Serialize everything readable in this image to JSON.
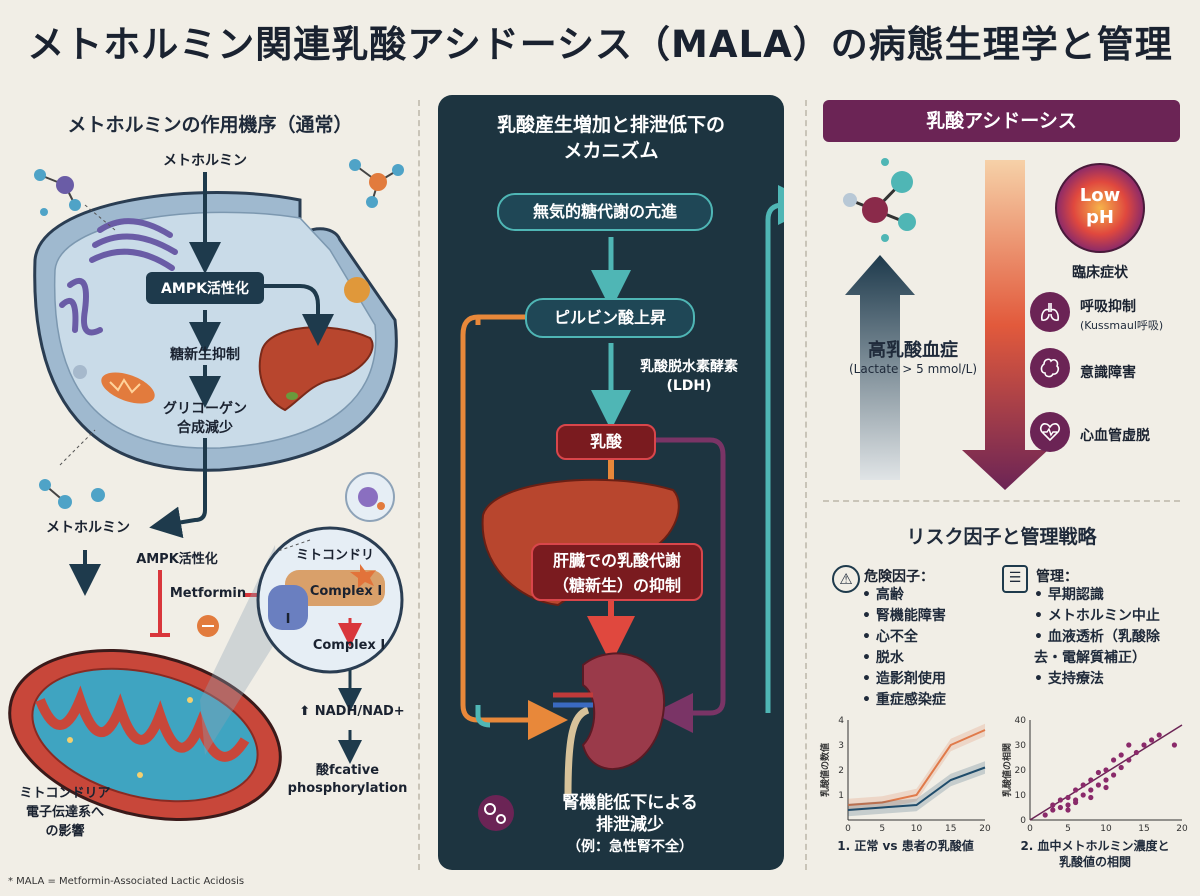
{
  "title": "メトホルミン関連乳酸アシドーシス（MALA）の病態生理学と管理",
  "left": {
    "heading": "メトホルミンの作用機序（通常）",
    "metformin_top": "メトホルミン",
    "ampk_box": "AMPK活性化",
    "gluconeogenesis": "糖新生抑制",
    "glycogen": "グリコーゲン\n合成減少",
    "metformin_mid": "メトホルミン",
    "ampk_small": "AMPK活性化",
    "metformin_en": "Metformin",
    "mito_label": "ミトコンドリ",
    "complex1_a": "Complex I",
    "complex1_b": "Complex I",
    "roman_one": "I",
    "nadh": "NADH/NAD+",
    "oxphos": "酸fcative\nphosphorylation",
    "mito_caption": "ミトコンドリア\n電子伝達系へ\nの影響"
  },
  "center": {
    "heading": "乳酸産生増加と排泄低下の\nメカニズム",
    "box1": "無気的糖代謝の亢進",
    "box2": "ピルビン酸上昇",
    "ldh": "乳酸脱水素酵素\n(LDH)",
    "lactate": "乳酸",
    "liver_box": "肝臓での乳酸代謝\n（糖新生）の抑制",
    "kidney": "腎機能低下による\n排泄減少",
    "kidney_example": "（例：急性腎不全）"
  },
  "right": {
    "banner": "乳酸アシドーシス",
    "low_ph": "Low\npH",
    "clinical": "臨床症状",
    "hyperlactate": "高乳酸血症",
    "hyperlactate_sub": "(Lactate > 5 mmol/L)",
    "symptoms": [
      {
        "label": "呼吸抑制",
        "sub": "(Kussmaul呼吸)",
        "icon": "lungs-icon"
      },
      {
        "label": "意識障害",
        "sub": "",
        "icon": "brain-icon"
      },
      {
        "label": "心血管虚脱",
        "sub": "",
        "icon": "heart-icon"
      }
    ],
    "risk_heading": "リスク因子と管理戦略",
    "risk_title": "危険因子：",
    "risks": [
      "高齢",
      "腎機能障害",
      "心不全",
      "脱水",
      "造影剤使用",
      "重症感染症"
    ],
    "mgmt_title": "管理：",
    "mgmt": [
      "早期認識",
      "メトホルミン中止",
      "血液透析（乳酸除\n去・電解質補正）",
      "支持療法"
    ]
  },
  "chart_data": [
    {
      "type": "line",
      "caption": "1. 正常 vs 患者の乳酸値",
      "ylabel": "乳酸値の数値",
      "xlim": [
        0,
        20
      ],
      "ylim": [
        0,
        4
      ],
      "xticks": [
        0,
        5,
        10,
        15,
        20
      ],
      "yticks": [
        1,
        2,
        3,
        4
      ],
      "series": [
        {
          "color": "#e07a4a",
          "x": [
            0,
            5,
            10,
            15,
            20
          ],
          "y": [
            0.6,
            0.7,
            1.0,
            3.0,
            3.6
          ]
        },
        {
          "color": "#1f4c6b",
          "x": [
            0,
            5,
            10,
            15,
            20
          ],
          "y": [
            0.4,
            0.5,
            0.6,
            1.6,
            2.1
          ]
        }
      ]
    },
    {
      "type": "scatter",
      "caption": "2. 血中メトホルミン濃度と\n乳酸値の相関",
      "ylabel": "乳酸値の相関",
      "xlim": [
        0,
        20
      ],
      "ylim": [
        0,
        40
      ],
      "xticks": [
        0,
        5,
        10,
        15,
        20
      ],
      "yticks": [
        0,
        10,
        20,
        30,
        40
      ],
      "points": [
        [
          2,
          2
        ],
        [
          3,
          4
        ],
        [
          3,
          6
        ],
        [
          4,
          5
        ],
        [
          4,
          8
        ],
        [
          5,
          6
        ],
        [
          5,
          9
        ],
        [
          6,
          8
        ],
        [
          6,
          12
        ],
        [
          7,
          10
        ],
        [
          7,
          14
        ],
        [
          8,
          12
        ],
        [
          8,
          16
        ],
        [
          9,
          14
        ],
        [
          9,
          19
        ],
        [
          10,
          16
        ],
        [
          10,
          20
        ],
        [
          11,
          18
        ],
        [
          11,
          24
        ],
        [
          12,
          21
        ],
        [
          12,
          26
        ],
        [
          13,
          24
        ],
        [
          13,
          30
        ],
        [
          14,
          27
        ],
        [
          15,
          30
        ],
        [
          16,
          32
        ],
        [
          17,
          34
        ],
        [
          19,
          30
        ],
        [
          5,
          4
        ],
        [
          6,
          7
        ],
        [
          8,
          9
        ],
        [
          10,
          13
        ]
      ],
      "trend": [
        [
          0,
          0
        ],
        [
          20,
          38
        ]
      ]
    }
  ],
  "footnote": "* MALA = Metformin-Associated Lactic Acidosis"
}
